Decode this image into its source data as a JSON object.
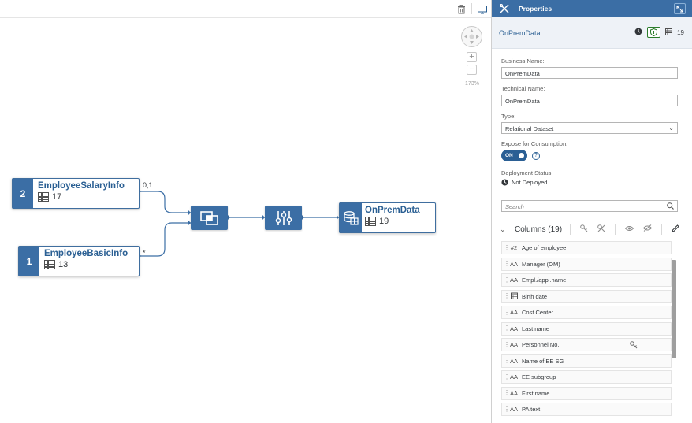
{
  "canvas": {
    "zoom": "173%",
    "nodes": [
      {
        "number": "2",
        "name": "EmployeeSalaryInfo",
        "count": "17"
      },
      {
        "number": "1",
        "name": "EmployeeBasicInfo",
        "count": "13"
      }
    ],
    "edge_labels": [
      "0,1",
      "*"
    ],
    "output": {
      "name": "OnPremData",
      "count": "19"
    }
  },
  "panel": {
    "title": "Properties",
    "object_name": "OnPremData",
    "column_count": "19",
    "business_name_label": "Business Name:",
    "business_name": "OnPremData",
    "technical_name_label": "Technical Name:",
    "technical_name": "OnPremData",
    "type_label": "Type:",
    "type_value": "Relational Dataset",
    "expose_label": "Expose for Consumption:",
    "expose_value": "ON",
    "deployment_label": "Deployment Status:",
    "deployment_value": "Not Deployed",
    "search_placeholder": "Search",
    "columns_header": "Columns (19)",
    "columns": [
      {
        "type": "#2",
        "name": "Age of employee"
      },
      {
        "type": "AA",
        "name": "Manager (OM)"
      },
      {
        "type": "AA",
        "name": "Empl./appl.name"
      },
      {
        "type": "cal",
        "name": "Birth date"
      },
      {
        "type": "AA",
        "name": "Cost Center"
      },
      {
        "type": "AA",
        "name": "Last name"
      },
      {
        "type": "AA",
        "name": "Personnel No."
      },
      {
        "type": "AA",
        "name": "Name of EE SG"
      },
      {
        "type": "AA",
        "name": "EE subgroup"
      },
      {
        "type": "AA",
        "name": "First name"
      },
      {
        "type": "AA",
        "name": "PA text"
      }
    ]
  },
  "colors": {
    "accent": "#3b6ea5",
    "deployed_ok": "#2b7d2b"
  }
}
